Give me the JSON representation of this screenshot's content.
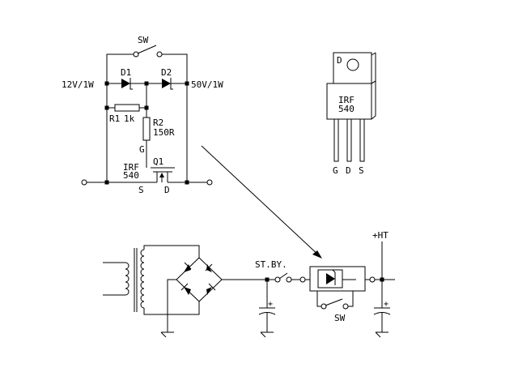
{
  "circuit_top": {
    "switch_label": "SW",
    "d1_label": "D1",
    "d2_label": "D2",
    "input_label": "12V/1W",
    "output_label": "50V/1W",
    "r1_label": "R1",
    "r1_value": "1k",
    "r2_label": "R2",
    "r2_value": "150R",
    "gate_label": "G",
    "q1_label": "Q1",
    "q1_type_line1": "IRF",
    "q1_type_line2": "540",
    "source_label": "S",
    "drain_label": "D"
  },
  "package": {
    "tab_label": "D",
    "part_line1": "IRF",
    "part_line2": "540",
    "pin1": "G",
    "pin2": "D",
    "pin3": "S"
  },
  "circuit_bottom": {
    "standby_label": "ST.BY.",
    "supply_label": "+HT",
    "switch_label": "SW",
    "cap1_polarity": "+",
    "cap2_polarity": "+"
  }
}
